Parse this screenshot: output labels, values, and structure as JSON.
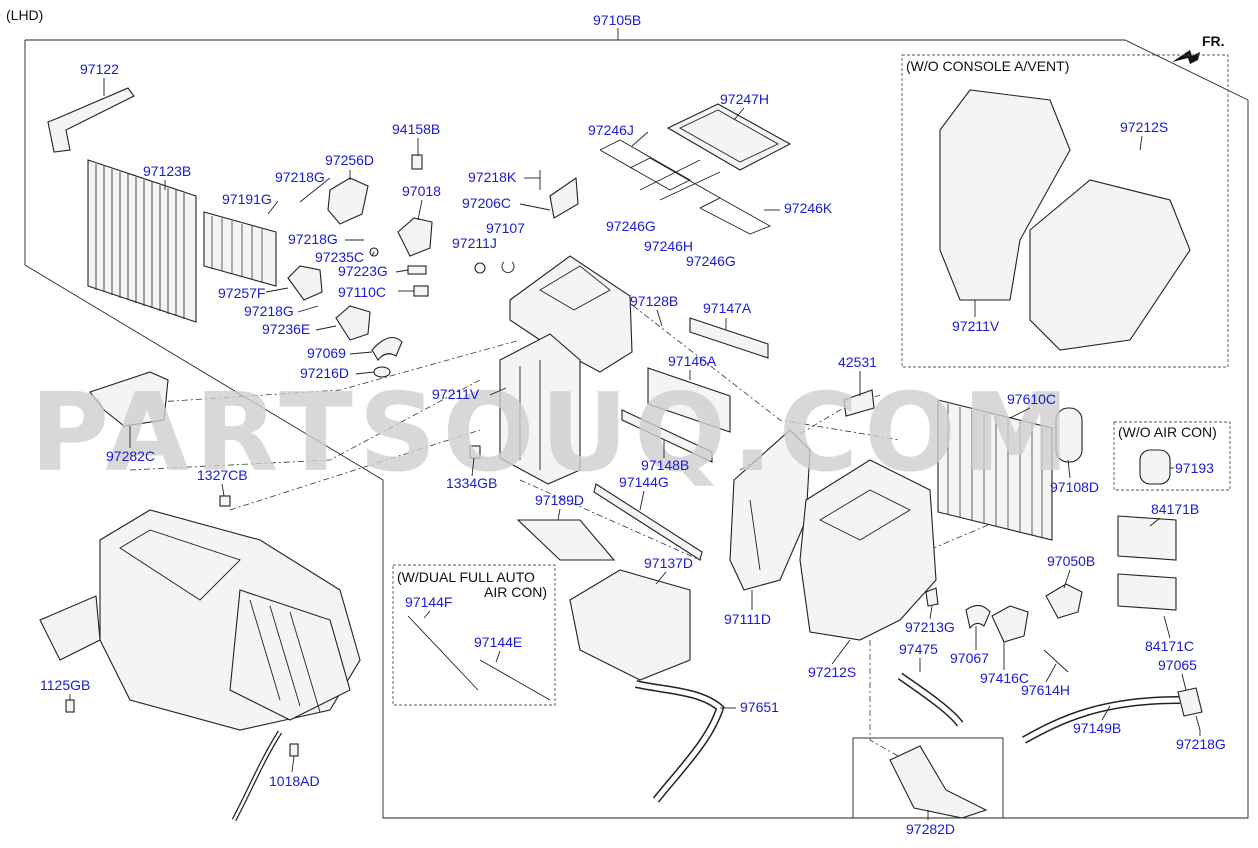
{
  "header": {
    "corner_note": "(LHD)",
    "front_indicator": "FR.",
    "assembly_label": "97105B"
  },
  "watermark": "PARTSOUQ.COM",
  "boxes": {
    "console_vent": "(W/O CONSOLE A/VENT)",
    "air_con": "(W/O AIR CON)",
    "dual_auto_line1": "(W/DUAL FULL AUTO",
    "dual_auto_line2": "AIR CON)"
  },
  "labels": [
    "97122",
    "97123B",
    "97191G",
    "97218G",
    "97256D",
    "94158B",
    "97018",
    "97218K",
    "97206C",
    "97246J",
    "97247H",
    "97246G",
    "97246H",
    "97246G",
    "97246K",
    "97218G",
    "97235C",
    "97223G",
    "97211J",
    "97107",
    "97257F",
    "97110C",
    "97218G",
    "97236E",
    "97069",
    "97216D",
    "97128B",
    "97147A",
    "97146A",
    "97211V",
    "97282C",
    "1334GB",
    "97148B",
    "1327CB",
    "97189D",
    "97144G",
    "42531",
    "97610C",
    "97108D",
    "97193",
    "97212S",
    "97211V",
    "84171B",
    "97050B",
    "97137D",
    "97111D",
    "97144F",
    "97144E",
    "1125GB",
    "97212S",
    "97213G",
    "97067",
    "97475",
    "97416C",
    "97614H",
    "84171C",
    "97065",
    "97651",
    "97149B",
    "97218G",
    "1018AD",
    "97282D"
  ],
  "colors": {
    "label_blue": "#1a1ad6",
    "line": "#222222",
    "watermark": "#cfcfcf"
  }
}
